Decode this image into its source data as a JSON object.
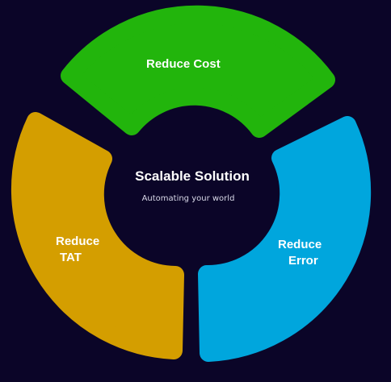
{
  "colors": {
    "background": "#0b0528",
    "reduce_cost": "#22b50c",
    "reduce_tat": "#d49e00",
    "reduce_error": "#00a6dd"
  },
  "center": {
    "title": "Scalable Solution",
    "subtitle": "Automating your world"
  },
  "segments": [
    {
      "id": "reduce-cost",
      "label_lines": [
        "Reduce Cost"
      ]
    },
    {
      "id": "reduce-tat",
      "label_lines": [
        "Reduce",
        "TAT"
      ]
    },
    {
      "id": "reduce-error",
      "label_lines": [
        "Reduce",
        "Error"
      ]
    }
  ]
}
